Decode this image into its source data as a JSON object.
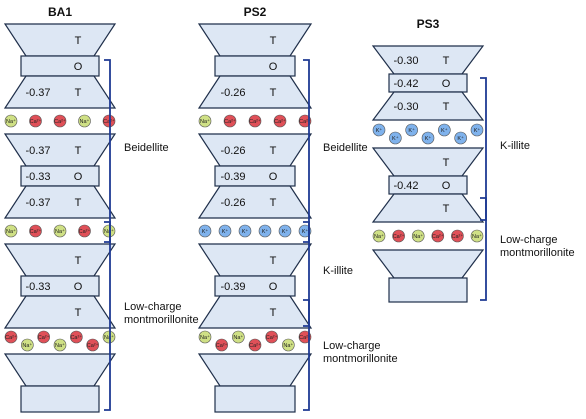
{
  "colors": {
    "layer_fill": "#dde7f4",
    "layer_stroke": "#1f2f4a",
    "bracket": "#1f3a93",
    "ion_ca": "#e05058",
    "ion_na": "#cfe085",
    "ion_k": "#7fb2ec"
  },
  "ion_labels": {
    "ca": "Ca²⁺",
    "na": "Na⁺",
    "k": "K⁺"
  },
  "columns": [
    {
      "id": "BA1",
      "title": "BA1",
      "layers": [
        {
          "type": "t",
          "label": "T",
          "value": ""
        },
        {
          "type": "o",
          "label": "O",
          "value": ""
        },
        {
          "type": "t",
          "label": "T",
          "value": "-0.37"
        },
        {
          "type": "ions",
          "ions": [
            "na",
            "ca",
            "ca",
            "na",
            "ca"
          ]
        },
        {
          "type": "t",
          "label": "T",
          "value": "-0.37"
        },
        {
          "type": "o",
          "label": "O",
          "value": "-0.33"
        },
        {
          "type": "t",
          "label": "T",
          "value": "-0.37"
        },
        {
          "type": "ions",
          "ions": [
            "na",
            "ca",
            "na",
            "ca",
            "na"
          ]
        },
        {
          "type": "t",
          "label": "T",
          "value": ""
        },
        {
          "type": "o",
          "label": "O",
          "value": "-0.33"
        },
        {
          "type": "t",
          "label": "T",
          "value": ""
        },
        {
          "type": "ions",
          "ions": [
            "ca",
            "na",
            "ca",
            "na",
            "ca",
            "ca",
            "na"
          ]
        },
        {
          "type": "t",
          "label": "",
          "value": ""
        },
        {
          "type": "o",
          "label": "",
          "value": ""
        }
      ],
      "groups": [
        {
          "label": "Beidellite",
          "from": 1,
          "to": 7
        },
        {
          "label": "Low-charge\nmontmorillonite",
          "from": 7,
          "to": 13
        }
      ]
    },
    {
      "id": "PS2",
      "title": "PS2",
      "layers": [
        {
          "type": "t",
          "label": "T",
          "value": ""
        },
        {
          "type": "o",
          "label": "O",
          "value": ""
        },
        {
          "type": "t",
          "label": "T",
          "value": "-0.26"
        },
        {
          "type": "ions",
          "ions": [
            "na",
            "ca",
            "ca",
            "ca",
            "ca"
          ]
        },
        {
          "type": "t",
          "label": "T",
          "value": "-0.26"
        },
        {
          "type": "o",
          "label": "O",
          "value": "-0.39"
        },
        {
          "type": "t",
          "label": "T",
          "value": "-0.26"
        },
        {
          "type": "ions",
          "ions": [
            "k",
            "k",
            "k",
            "k",
            "k",
            "k"
          ]
        },
        {
          "type": "t",
          "label": "T",
          "value": ""
        },
        {
          "type": "o",
          "label": "O",
          "value": "-0.39"
        },
        {
          "type": "t",
          "label": "T",
          "value": ""
        },
        {
          "type": "ions",
          "ions": [
            "na",
            "ca",
            "na",
            "ca",
            "ca",
            "na",
            "ca"
          ]
        },
        {
          "type": "t",
          "label": "",
          "value": ""
        },
        {
          "type": "o",
          "label": "",
          "value": ""
        }
      ],
      "groups": [
        {
          "label": "Beidellite",
          "from": 1,
          "to": 7
        },
        {
          "label": "K-illite",
          "from": 7,
          "to": 10
        },
        {
          "label": "Low-charge\nmontmorillonite",
          "from": 10,
          "to": 14
        }
      ]
    },
    {
      "id": "PS3",
      "title": "PS3",
      "layers": [
        {
          "type": "t",
          "label": "T",
          "value": "-0.30"
        },
        {
          "type": "o",
          "label": "O",
          "value": "-0.42"
        },
        {
          "type": "t",
          "label": "T",
          "value": "-0.30"
        },
        {
          "type": "ions",
          "ions": [
            "k",
            "k",
            "k",
            "k",
            "k",
            "k",
            "k"
          ]
        },
        {
          "type": "t",
          "label": "T",
          "value": ""
        },
        {
          "type": "o",
          "label": "O",
          "value": "-0.42"
        },
        {
          "type": "t",
          "label": "T",
          "value": ""
        },
        {
          "type": "ions",
          "ions": [
            "na",
            "ca",
            "na",
            "ca",
            "ca",
            "na"
          ]
        },
        {
          "type": "t",
          "label": "",
          "value": ""
        },
        {
          "type": "o",
          "label": "",
          "value": ""
        }
      ],
      "groups": [
        {
          "label": "K-illite",
          "from": 1,
          "to": 6
        },
        {
          "label": "Low-charge\nmontmorillonite",
          "from": 6,
          "to": 9
        }
      ]
    }
  ]
}
